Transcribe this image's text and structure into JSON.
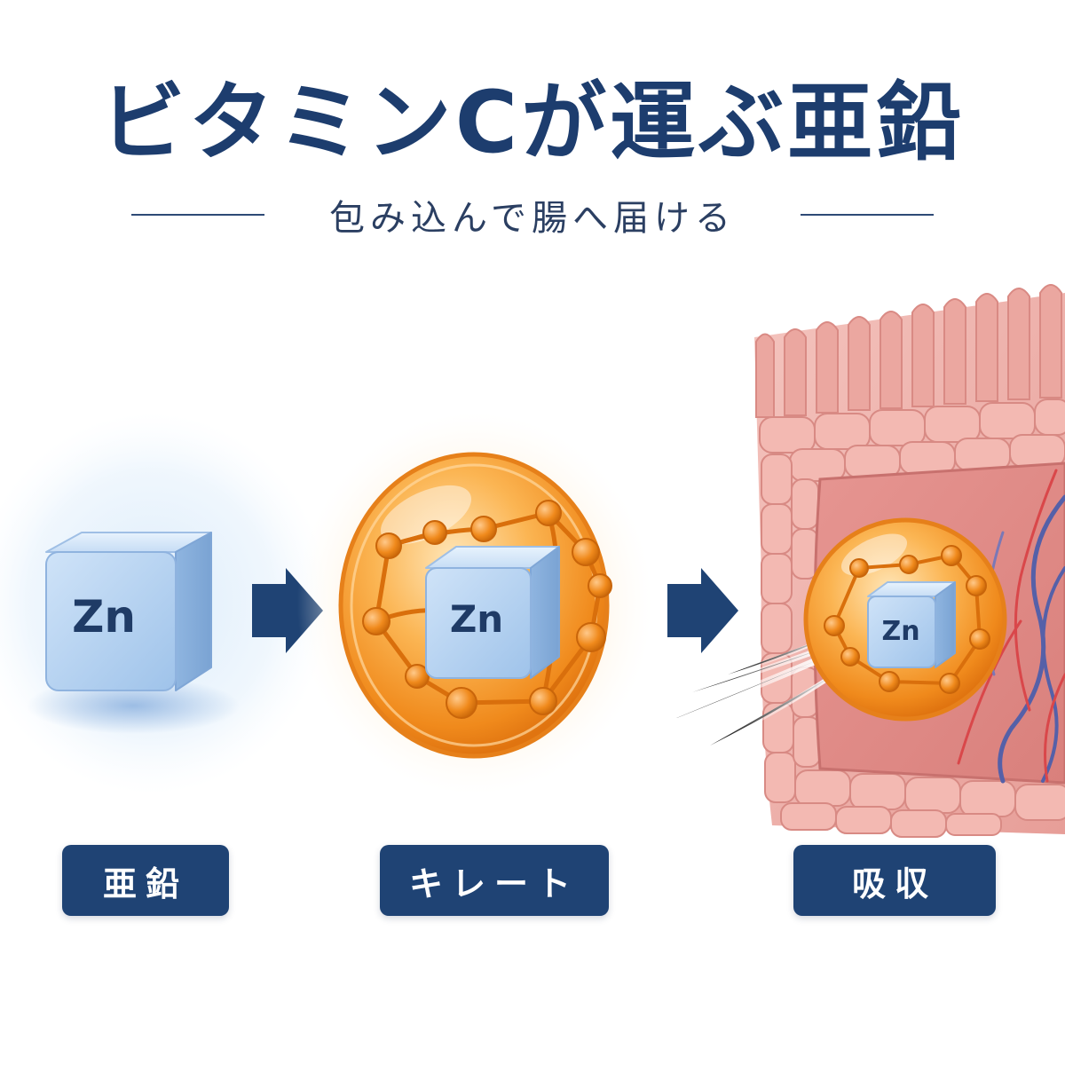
{
  "title": "ビタミンCが運ぶ亜鉛",
  "subtitle": "包み込んで腸へ届ける",
  "steps": [
    {
      "label": "亜鉛",
      "element_symbol": "Zn"
    },
    {
      "label": "キレート",
      "element_symbol": "Zn"
    },
    {
      "label": "吸収",
      "element_symbol": "Zn"
    }
  ],
  "colors": {
    "title": "#1d3d6e",
    "label_bg": "#1f4374",
    "arrow": "#1f4374",
    "zinc_cube": "#a9ccef",
    "chelate_orange": "#f39a2c",
    "tissue_pink": "#ecaaa4",
    "vein_blue": "#5560a8",
    "artery_red": "#d9474a"
  },
  "icons": [
    "zinc-cube-icon",
    "chelate-sphere-icon",
    "arrow-right-icon",
    "intestine-wall-icon"
  ]
}
